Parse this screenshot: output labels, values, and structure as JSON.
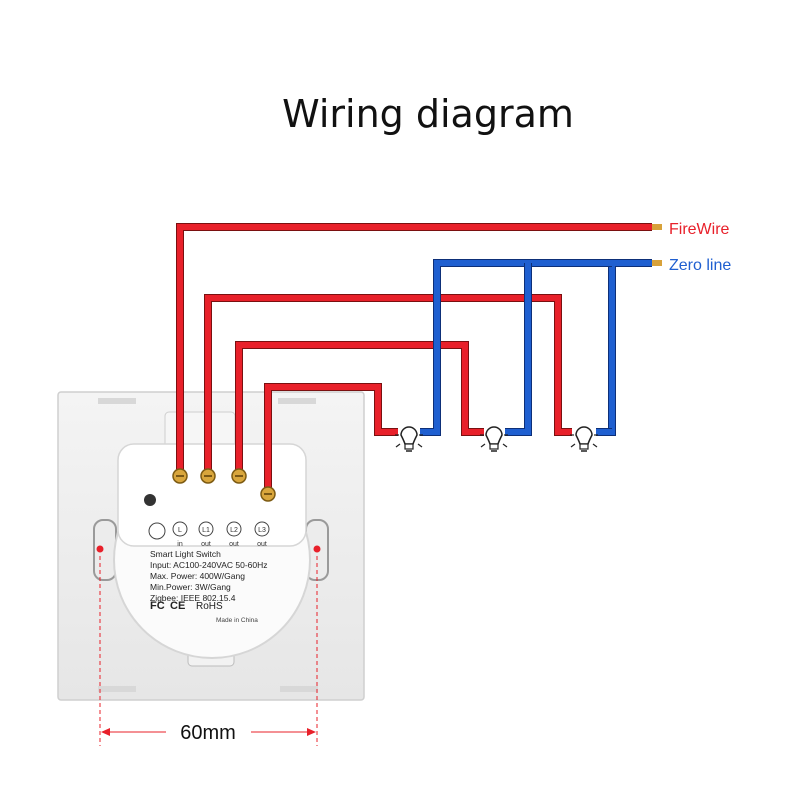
{
  "title": "Wiring diagram",
  "wires": {
    "fire_label": "FireWire",
    "zero_label": "Zero line",
    "fire_color": "#e8202a",
    "zero_color": "#1f5fd0"
  },
  "terminals": [
    {
      "code": "L",
      "role": "in"
    },
    {
      "code": "L1",
      "role": "out"
    },
    {
      "code": "L2",
      "role": "out"
    },
    {
      "code": "L3",
      "role": "out"
    }
  ],
  "label": {
    "product": "Smart Light Switch",
    "input": "Input: AC100-240VAC 50-60Hz",
    "max_power": "Max. Power: 400W/Gang",
    "min_power": "Min.Power: 3W/Gang",
    "zigbee": "Zigbee: IEEE 802.15.4",
    "cert_fc": "FC",
    "cert_ce": "CE",
    "cert_rohs": "RoHS",
    "made_in": "Made in China"
  },
  "dimension": "60mm",
  "icons": {
    "bulb": "light-bulb-icon"
  }
}
